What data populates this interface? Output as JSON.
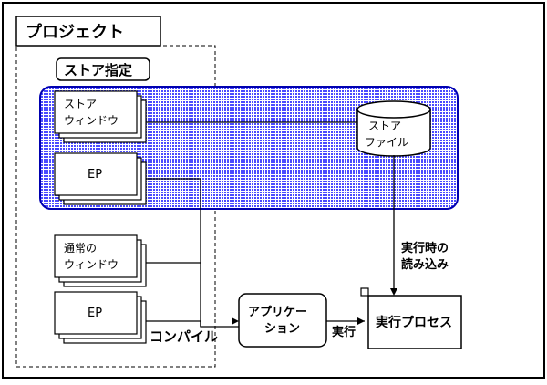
{
  "project": {
    "title": "プロジェクト"
  },
  "store_section": {
    "label": "ストア指定"
  },
  "store_window": {
    "line1": "ストア",
    "line2": "ウィンドウ"
  },
  "ep_top": {
    "label": "EP"
  },
  "store_file": {
    "line1": "ストア",
    "line2": "ファイル"
  },
  "normal_window": {
    "line1": "通常の",
    "line2": "ウィンドウ"
  },
  "ep_bottom": {
    "label": "EP"
  },
  "compile": {
    "label": "コンパイル"
  },
  "application": {
    "line1": "アプリケー",
    "line2": "ション"
  },
  "execute": {
    "label": "実行"
  },
  "process": {
    "label": "実行プロセス"
  },
  "runtime_load": {
    "line1": "実行時の",
    "line2": "読み込み"
  },
  "colors": {
    "store_band": "#5a5aff",
    "band_border": "#0000b0",
    "line": "#000000"
  }
}
